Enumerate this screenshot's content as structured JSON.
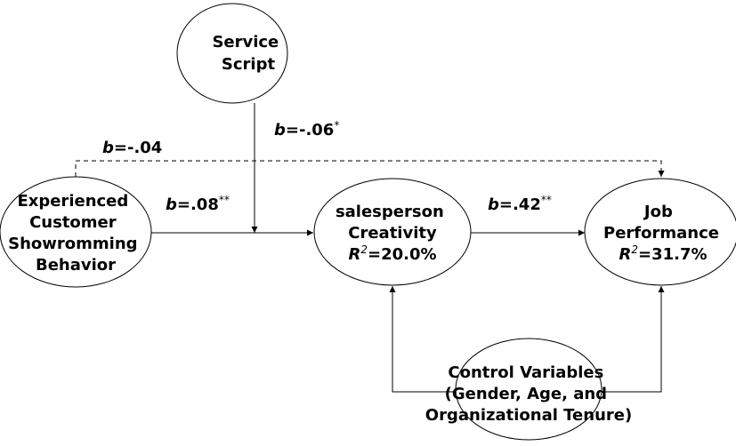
{
  "nodes": {
    "service_script": {
      "lines": [
        "Service",
        "Script"
      ]
    },
    "experienced": {
      "lines": [
        "Experienced",
        "Customer",
        "Showromming",
        "Behavior"
      ]
    },
    "creativity": {
      "lines": [
        "salesperson",
        "Creativity"
      ],
      "r2_label": "R",
      "r2_sup": "2",
      "r2_value": "=20.0%"
    },
    "job_performance": {
      "lines": [
        "Job",
        "Performance"
      ],
      "r2_label": "R",
      "r2_sup": "2",
      "r2_value": "=31.7%"
    },
    "control": {
      "lines": [
        "Control Variables",
        "(Gender, Age, and",
        "Organizational Tenure)"
      ]
    }
  },
  "coefficients": {
    "direct": {
      "b": "b",
      "value": "=-.04",
      "sig": ""
    },
    "moderation": {
      "b": "b",
      "value": "=-.06",
      "sig": "*"
    },
    "to_creativity": {
      "b": "b",
      "value": "=.08",
      "sig": "**"
    },
    "to_performance": {
      "b": "b",
      "value": "=.42",
      "sig": "**"
    }
  }
}
